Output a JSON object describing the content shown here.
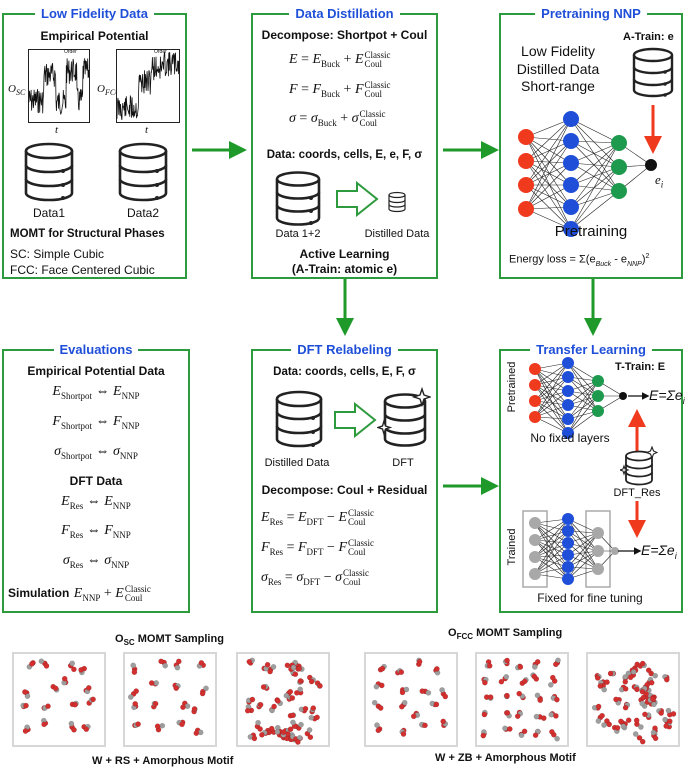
{
  "low_fidelity": {
    "title": "Low Fidelity Data",
    "subtitle": "Empirical Potential",
    "plot1_ylabel_main": "O",
    "plot1_ylabel_sub": "SC",
    "plot2_ylabel_main": "O",
    "plot2_ylabel_sub": "FCC",
    "plot_xlabel": "t",
    "plot1_ticks": [
      "Order",
      "Disorder"
    ],
    "plot2_ticks": [
      "Order",
      "Disorder"
    ],
    "db1_label": "Data1",
    "db2_label": "Data2",
    "momt": "MOMT for Structural Phases",
    "sc": "SC: Simple Cubic",
    "fcc": "FCC: Face Centered Cubic"
  },
  "distillation": {
    "title": "Data Distillation",
    "decompose": "Decompose: Shortpot + Coul",
    "data_line": "Data: coords, cells, E, e, F, σ",
    "db_label": "Data 1+2",
    "distilled_label": "Distilled Data",
    "active1": "Active Learning",
    "active2": "(A-Train: atomic e)"
  },
  "pretraining": {
    "title": "Pretraining NNP",
    "lf1": "Low Fidelity",
    "lf2": "Distilled Data",
    "lf3": "Short-range",
    "atrain": "A-Train: e",
    "output_label": "e",
    "output_sub": "i",
    "pretrain_label": "Pretraining",
    "loss": "Energy loss = Σ(e",
    "loss_sub1": "Buck",
    "loss_mid": " - e",
    "loss_sub2": "NNP",
    "loss_end": ")",
    "loss_sup": "2"
  },
  "evaluations": {
    "title": "Evaluations",
    "emp_header": "Empirical Potential Data",
    "dft_header": "DFT Data",
    "simulation": "Simulation"
  },
  "relabel": {
    "title": "DFT Relabeling",
    "data_line": "Data: coords, cells, E, F, σ",
    "distilled_label": "Distilled Data",
    "dft_label": "DFT",
    "decompose": "Decompose: Coul + Residual"
  },
  "transfer": {
    "title": "Transfer Learning",
    "ttrain": "T-Train: E",
    "pretrained": "Pretrained",
    "trained": "Trained",
    "sum1": "E=Σe",
    "sum_sub": "i",
    "sum2": "E=Σe",
    "no_fixed": "No fixed layers",
    "dft_res": "DFT_Res",
    "fixed": "Fixed for fine tuning"
  },
  "sampling": {
    "sc_label_main": "O",
    "sc_label_sub": "SC",
    "sc_label_rest": " MOMT Sampling",
    "fcc_label_main": "O",
    "fcc_label_sub": "FCC",
    "fcc_label_rest": " MOMT Sampling",
    "bottom_left": "W + RS + Amorphous Motif",
    "bottom_right": "W + ZB + Amorphous Motif"
  },
  "colors": {
    "panel_border": "#2e9a3e",
    "title_blue": "#1f4fd8",
    "arrow_green": "#1f9a2a",
    "arrow_red": "#f03a1e",
    "node_red": "#f03a1e",
    "node_blue": "#1f4fd8",
    "node_green": "#1e9a4e",
    "node_gray": "#a8a8a8"
  }
}
